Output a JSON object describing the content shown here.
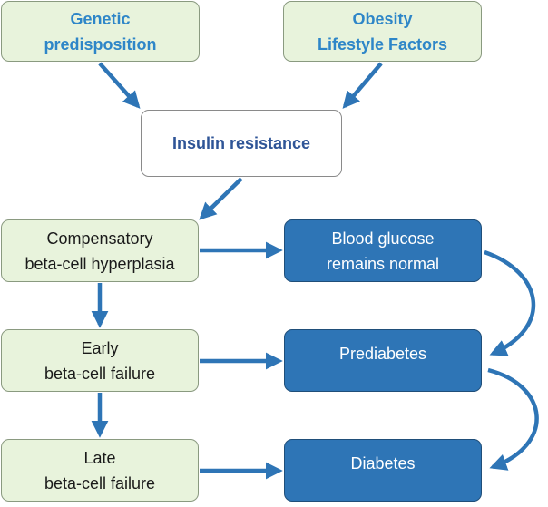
{
  "boxes": {
    "genetic": {
      "line1": "Genetic",
      "line2": "predisposition"
    },
    "obesity": {
      "line1": "Obesity",
      "line2": "Lifestyle Factors"
    },
    "insulin": {
      "line1": "Insulin resistance"
    },
    "compensatory": {
      "line1": "Compensatory",
      "line2": "beta-cell hyperplasia"
    },
    "glucose": {
      "line1": "Blood glucose",
      "line2": "remains normal"
    },
    "early": {
      "line1": "Early",
      "line2": "beta-cell failure"
    },
    "prediabetes": {
      "line1": "Prediabetes"
    },
    "late": {
      "line1": "Late",
      "line2": "beta-cell failure"
    },
    "diabetes": {
      "line1": "Diabetes"
    }
  },
  "colors": {
    "arrow": "#2e75b6",
    "green_fill": "#e8f3dc",
    "green_title": "#2e86c8",
    "blue_fill": "#2e75b6",
    "insulin_text": "#2f5597"
  },
  "edges": [
    {
      "from": "genetic",
      "to": "insulin"
    },
    {
      "from": "obesity",
      "to": "insulin"
    },
    {
      "from": "insulin",
      "to": "compensatory"
    },
    {
      "from": "compensatory",
      "to": "glucose"
    },
    {
      "from": "compensatory",
      "to": "early"
    },
    {
      "from": "early",
      "to": "prediabetes"
    },
    {
      "from": "early",
      "to": "late"
    },
    {
      "from": "late",
      "to": "diabetes"
    },
    {
      "from": "glucose",
      "to": "prediabetes"
    },
    {
      "from": "prediabetes",
      "to": "diabetes"
    }
  ]
}
